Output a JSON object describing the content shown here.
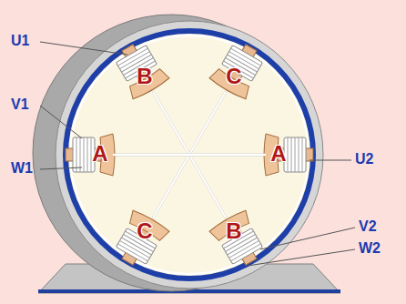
{
  "diagram": {
    "nodes": [
      {
        "text": [
          "B"
        ]
      },
      {
        "text": [
          "C"
        ]
      },
      {
        "text": [
          "A"
        ]
      },
      {
        "text": [
          "A"
        ]
      },
      {
        "text": [
          "C"
        ]
      },
      {
        "text": [
          "B"
        ]
      }
    ],
    "edges": [
      {
        "from": 0,
        "to": 5,
        "arrow": "none"
      },
      {
        "from": 1,
        "to": 4,
        "arrow": "none"
      },
      {
        "from": 2,
        "to": 3,
        "arrow": "none"
      }
    ],
    "labels": [
      "U1",
      "V1",
      "W1",
      "U2",
      "V2",
      "W2"
    ]
  }
}
